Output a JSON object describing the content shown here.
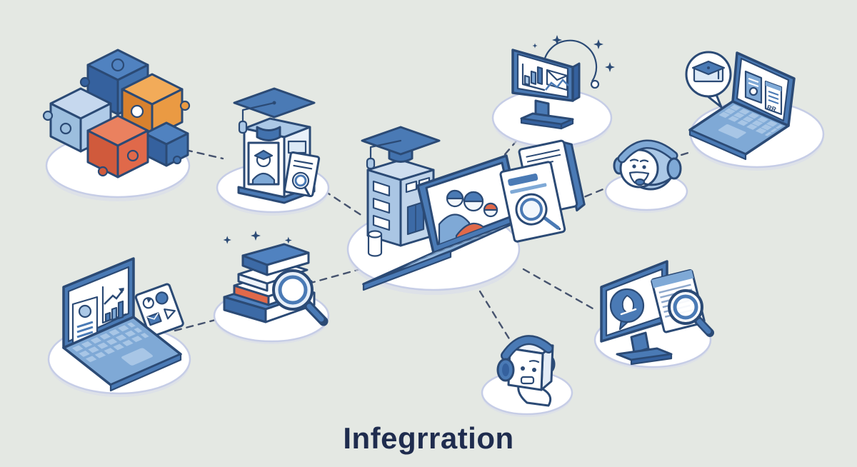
{
  "title": {
    "text": "Infegrration"
  },
  "palette": {
    "background": "#e4e8e3",
    "outline": "#2b4a75",
    "blue": "#4a7ab5",
    "mid_blue": "#7fa9d6",
    "light_blue": "#abc8e6",
    "pale_blue": "#dce9f6",
    "dark_blue": "#35619e",
    "orange": "#ea9a43",
    "red_orange": "#e0694a",
    "platform_stroke": "#c6cde6",
    "dash": "#46536e",
    "title_color": "#1f2c4e"
  },
  "screen_glyphs": {
    "doc": "RR"
  },
  "nodes": [
    {
      "id": "puzzle-pieces",
      "icon": "puzzle-cubes-icon"
    },
    {
      "id": "certificate-kiosk",
      "icon": "graduation-cap-certificate-icon"
    },
    {
      "id": "campus-laptop",
      "icon": "school-building-laptop-people-icon"
    },
    {
      "id": "analytics-monitor",
      "icon": "monitor-bar-chart-mail-icon"
    },
    {
      "id": "search-documents",
      "icon": "documents-magnifier-icon"
    },
    {
      "id": "support-agent",
      "icon": "headset-face-icon"
    },
    {
      "id": "learning-laptop",
      "icon": "laptop-graduation-speech-bubble-icon"
    },
    {
      "id": "dashboard-laptop",
      "icon": "laptop-profile-chart-icon"
    },
    {
      "id": "books-search",
      "icon": "books-magnifier-icon"
    },
    {
      "id": "chatbot-robot",
      "icon": "robot-headphones-icon"
    },
    {
      "id": "review-monitor",
      "icon": "monitor-document-magnifier-icon"
    }
  ],
  "connections": [
    {
      "from": "puzzle-pieces",
      "to": "certificate-kiosk"
    },
    {
      "from": "certificate-kiosk",
      "to": "campus-laptop"
    },
    {
      "from": "books-search",
      "to": "campus-laptop"
    },
    {
      "from": "dashboard-laptop",
      "to": "books-search"
    },
    {
      "from": "campus-laptop",
      "to": "analytics-monitor"
    },
    {
      "from": "search-documents",
      "to": "support-agent"
    },
    {
      "from": "support-agent",
      "to": "learning-laptop"
    },
    {
      "from": "campus-laptop",
      "to": "chatbot-robot"
    },
    {
      "from": "campus-laptop",
      "to": "review-monitor"
    }
  ]
}
